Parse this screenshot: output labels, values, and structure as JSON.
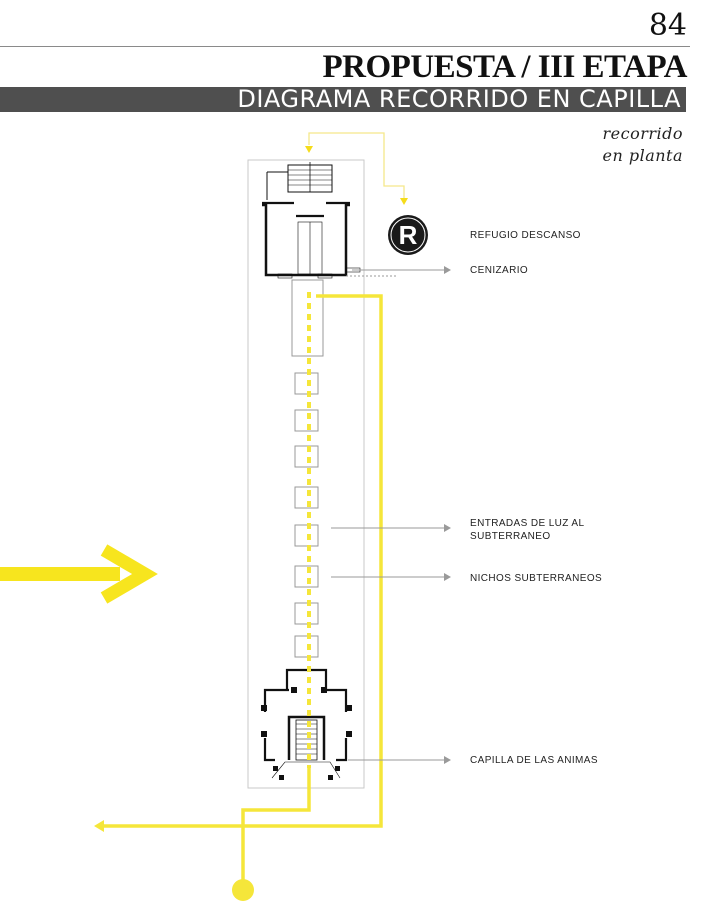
{
  "page": {
    "number": "84",
    "title": "PROPUESTA / III ETAPA",
    "subtitle": "DIAGRAMA RECORRIDO  EN CAPILLA",
    "note_line1": "recorrido",
    "note_line2": "en planta"
  },
  "legend": {
    "r_badge": "R",
    "refugio": "REFUGIO DESCANSO",
    "cenizario": "CENIZARIO",
    "entradas_line1": "ENTRADAS DE LUZ AL",
    "entradas_line2": "SUBTERRANEO",
    "nichos": "NICHOS SUBTERRANEOS",
    "capilla": "CAPILLA DE LAS ANIMAS"
  },
  "colors": {
    "path_yellow": "#f5e63a",
    "arrow_yellow": "#f7e51e",
    "dark_gray": "#4f4f4f",
    "badge_black": "#1a1a1a"
  }
}
